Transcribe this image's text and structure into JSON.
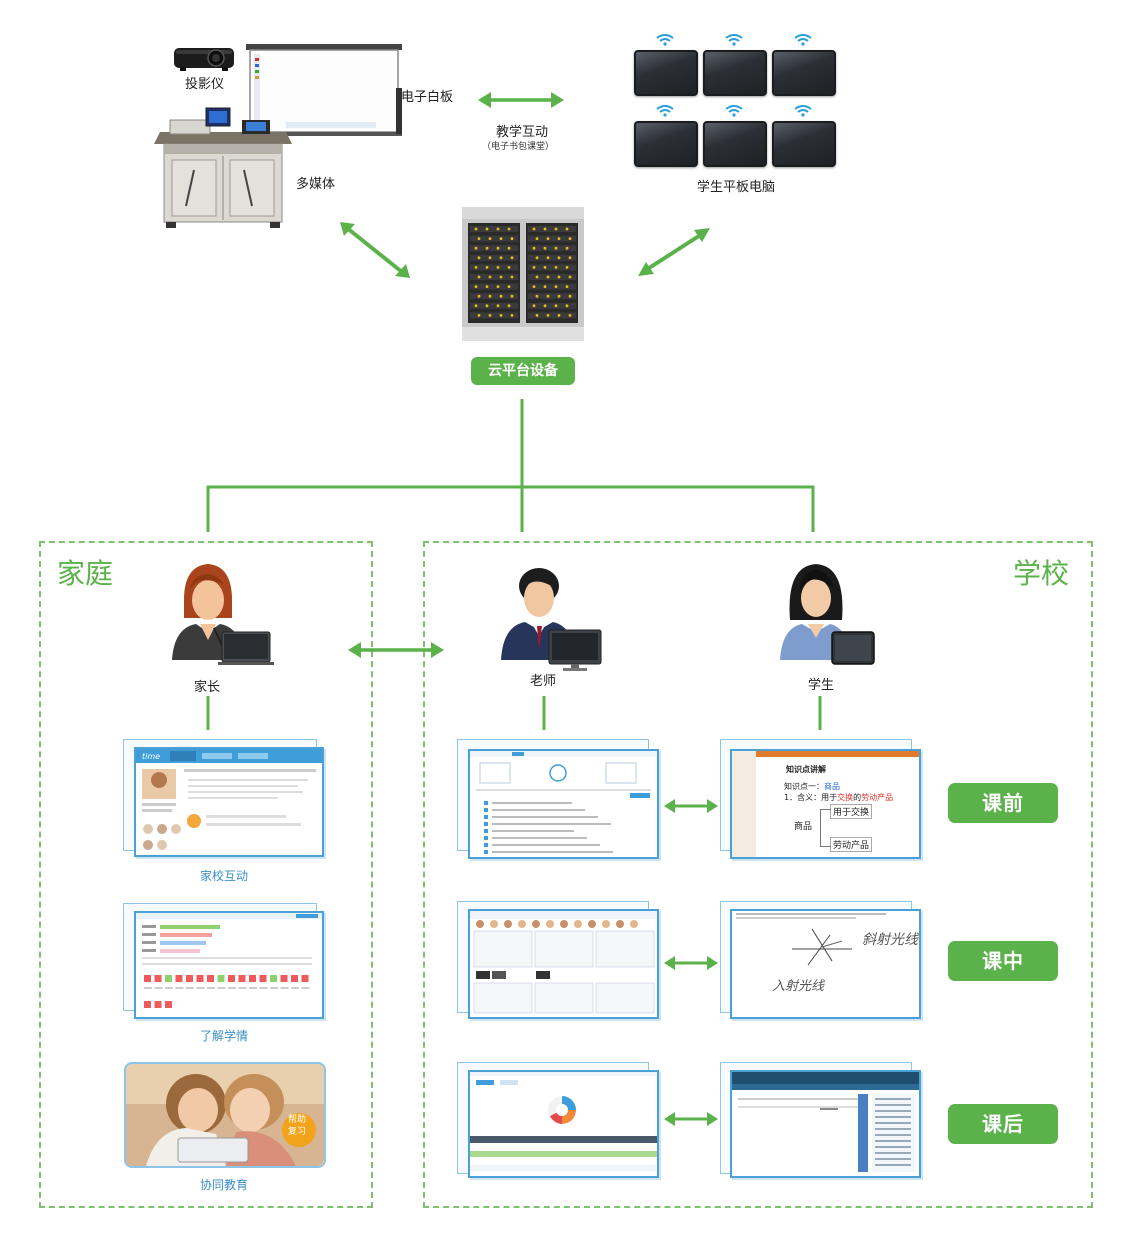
{
  "top": {
    "projector_label": "投影仪",
    "whiteboard_label": "电子白板",
    "multimedia_label": "多媒体",
    "interaction_label": "教学互动",
    "interaction_sub": "（电子书包课堂）",
    "tablets_label": "学生平板电脑",
    "cloud_label": "云平台设备"
  },
  "home": {
    "title": "家庭",
    "parent_label": "家长",
    "captions": [
      "家校互动",
      "了解学情",
      "协同教育"
    ],
    "badge": "帮助\n复习"
  },
  "school": {
    "title": "学校",
    "teacher_label": "老师",
    "student_label": "学生",
    "phases": [
      "课前",
      "课中",
      "课后"
    ]
  },
  "knowledge_screen": {
    "heading": "知识点讲解",
    "line1_prefix": "知识点一：",
    "line1_value": "商品",
    "line2_a": "1．含义：用于",
    "line2_b": "交换",
    "line2_c": "的",
    "line2_d": "劳动产品",
    "node_center": "商品",
    "node_top": "用于交换",
    "node_bottom": "劳动产品"
  },
  "handwriting_screen": {
    "hw1": "斜射光线",
    "hw2": "入射光线"
  },
  "colors": {
    "green": "#5bb14a",
    "dash": "#7cc16b",
    "blue": "#4aa1d6",
    "caption_blue": "#3a8fc7"
  }
}
